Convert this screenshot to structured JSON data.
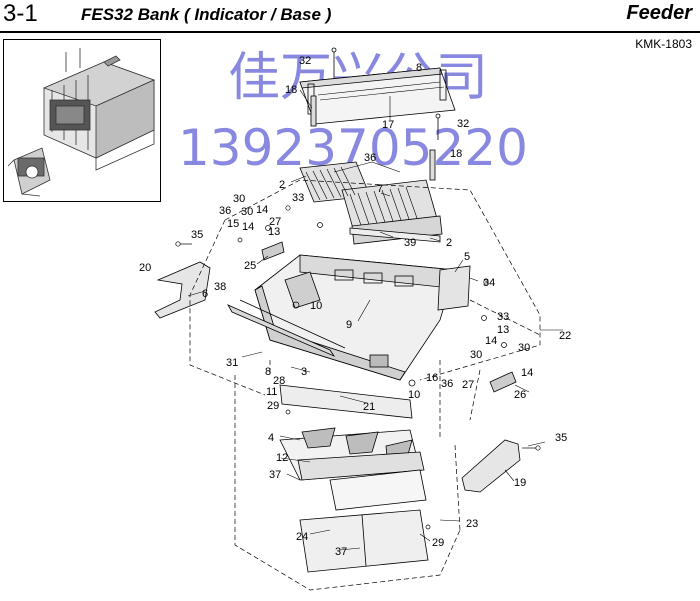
{
  "header": {
    "section": "3-1",
    "title": "FES32 Bank ( Indicator / Base )",
    "category": "Feeder",
    "model": "KMK-1803"
  },
  "watermark": {
    "line1": "佳万兴公司",
    "line2": "13923705220",
    "color": "#5b5bd6"
  },
  "callouts": {
    "c32a": "32",
    "c8a": "8",
    "c18a": "18",
    "c17": "17",
    "c32b": "32",
    "c18b": "18",
    "c36a": "36",
    "c7": "7",
    "c2a": "2",
    "c33a": "33",
    "c30a": "30",
    "c14a": "14",
    "c36b": "36",
    "c30b": "30",
    "c15": "15",
    "c14b": "14",
    "c27a": "27",
    "c13a": "13",
    "c39": "39",
    "c2b": "2",
    "c35a": "35",
    "c25": "25",
    "c5": "5",
    "c34": "34",
    "c20": "20",
    "c6": "6",
    "c38": "38",
    "c10a": "10",
    "c9": "9",
    "c33b": "33",
    "c13b": "13",
    "c22": "22",
    "c14c": "14",
    "c30c": "30",
    "c31": "31",
    "c8b": "8",
    "c3": "3",
    "c30d": "30",
    "c14d": "14",
    "c28": "28",
    "c11": "11",
    "c16": "16",
    "c36c": "36",
    "c27b": "27",
    "c10b": "10",
    "c26": "26",
    "c29a": "29",
    "c21": "21",
    "c4": "4",
    "c35b": "35",
    "c12": "12",
    "c19": "19",
    "c37a": "37",
    "c23": "23",
    "c24": "24",
    "c29b": "29",
    "c37b": "37"
  }
}
